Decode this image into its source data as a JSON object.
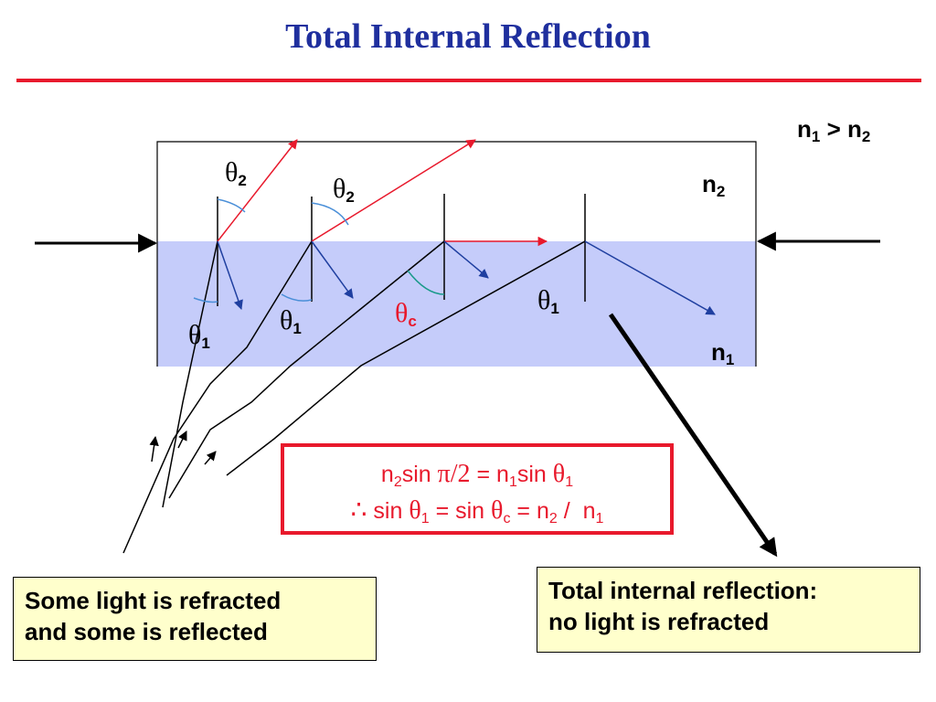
{
  "title": "Total Internal Reflection",
  "labels": {
    "condition": {
      "n1": "n",
      "n1_sub": "1",
      "gt": " > ",
      "n2": "n",
      "n2_sub": "2"
    },
    "medium_top": {
      "text": "n",
      "sub": "2"
    },
    "medium_bottom": {
      "text": "n",
      "sub": "1"
    },
    "theta": "θ",
    "theta2_a_sub": "2",
    "theta2_b_sub": "2",
    "theta1_a_sub": "1",
    "theta1_b_sub": "1",
    "theta1_c_sub": "1",
    "thetac_sub": "c"
  },
  "equations": {
    "line1": {
      "n2": "n",
      "n2_sub": "2",
      "sin1": "sin ",
      "pi_half": "π/2",
      "eq": " = n",
      "n1_sub": "1",
      "sin2": "sin ",
      "theta": "θ",
      "theta_sub": "1"
    },
    "line2": {
      "therefore": "∴",
      "sin1": " sin ",
      "theta1": "θ",
      "theta1_sub": "1",
      "eq1": " = sin ",
      "thetac": "θ",
      "thetac_sub": "c",
      "eq2": " = n",
      "n2_sub": "2",
      "slash": " /  n",
      "n1_sub": "1"
    }
  },
  "notes": {
    "left": {
      "line1": "Some light is refracted",
      "line2": "and some is reflected"
    },
    "right": {
      "line1": "Total internal reflection:",
      "line2": "no light is refracted"
    }
  },
  "colors": {
    "title": "#1f2f9e",
    "accent_red": "#e8192c",
    "medium_fill": "#c5ccfa",
    "reflected_ray": "#1f3fa0",
    "angle_arc_blue": "#4a8fd8",
    "angle_arc_teal": "#1a9a8a",
    "note_fill": "#ffffcc"
  },
  "icons": {
    "pointer_arrow": "arrow-icon"
  }
}
